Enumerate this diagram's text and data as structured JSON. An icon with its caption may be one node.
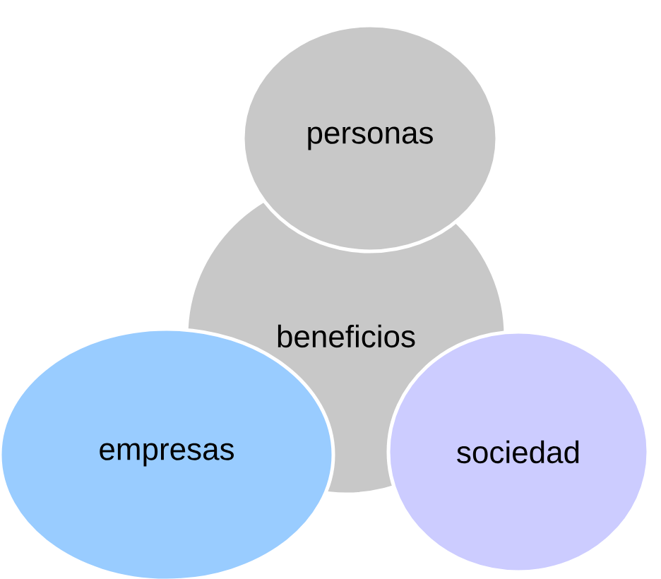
{
  "diagram": {
    "nodes": [
      {
        "text": [
          "personas"
        ]
      },
      {
        "text": [
          "beneficios"
        ]
      },
      {
        "text": [
          "empresas"
        ]
      },
      {
        "text": [
          "sociedad"
        ]
      }
    ]
  }
}
